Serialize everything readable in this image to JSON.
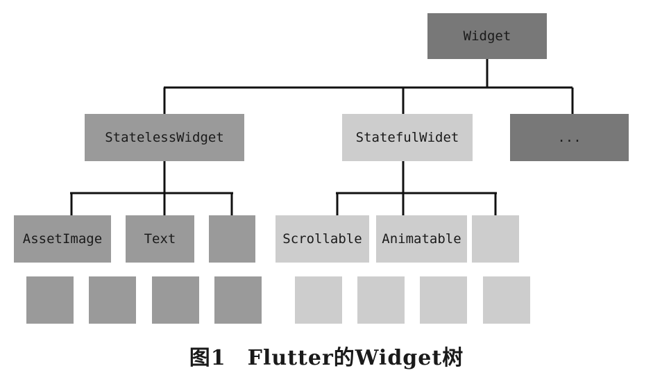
{
  "colors": {
    "dark": "#787878",
    "mid": "#9a9a9a",
    "light": "#cdcdcd",
    "line": "#111111"
  },
  "tree": {
    "root": {
      "label": "Widget"
    },
    "level1": {
      "stateless": {
        "label": "StatelessWidget"
      },
      "stateful": {
        "label": "StatefulWidet"
      },
      "more": {
        "label": "..."
      }
    },
    "stateless_children": {
      "asset_image": {
        "label": "AssetImage"
      },
      "text": {
        "label": "Text"
      },
      "blank": {
        "label": ""
      }
    },
    "stateful_children": {
      "scrollable": {
        "label": "Scrollable"
      },
      "animatable": {
        "label": "Animatable"
      },
      "blank": {
        "label": ""
      }
    }
  },
  "caption": "图1　Flutter的Widget树"
}
